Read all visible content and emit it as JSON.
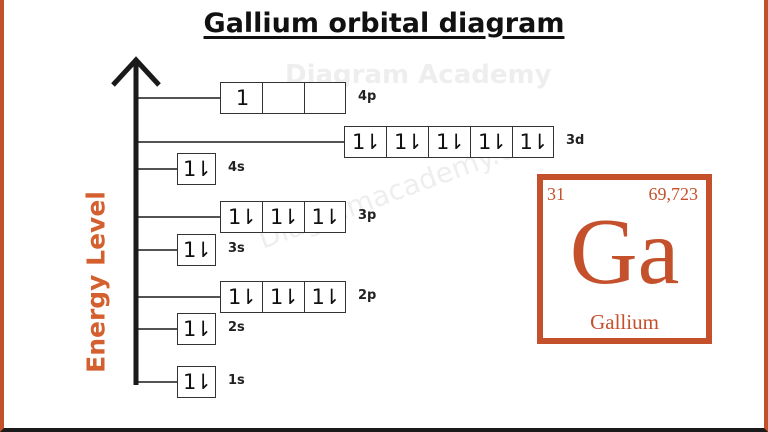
{
  "title": "Gallium orbital diagram",
  "axis_label": "Energy Level",
  "watermark": {
    "top": "Diagram Academy",
    "diagonal": "Diagramacademy.com"
  },
  "orbitals": [
    {
      "label": "4p",
      "boxes": [
        "1",
        "",
        ""
      ]
    },
    {
      "label": "3d",
      "boxes": [
        "1l",
        "1l",
        "1l",
        "1l",
        "1l"
      ]
    },
    {
      "label": "4s",
      "boxes": [
        "1l"
      ]
    },
    {
      "label": "3p",
      "boxes": [
        "1l",
        "1l",
        "1l"
      ]
    },
    {
      "label": "3s",
      "boxes": [
        "1l"
      ]
    },
    {
      "label": "2p",
      "boxes": [
        "1l",
        "1l",
        "1l"
      ]
    },
    {
      "label": "2s",
      "boxes": [
        "1l"
      ]
    },
    {
      "label": "1s",
      "boxes": [
        "1l"
      ]
    }
  ],
  "element": {
    "atomic_number": "31",
    "atomic_mass": "69,723",
    "symbol": "Ga",
    "name": "Gallium"
  },
  "colors": {
    "accent": "#c4512c",
    "axis_text": "#d4602f",
    "line": "#1a1a1a"
  }
}
